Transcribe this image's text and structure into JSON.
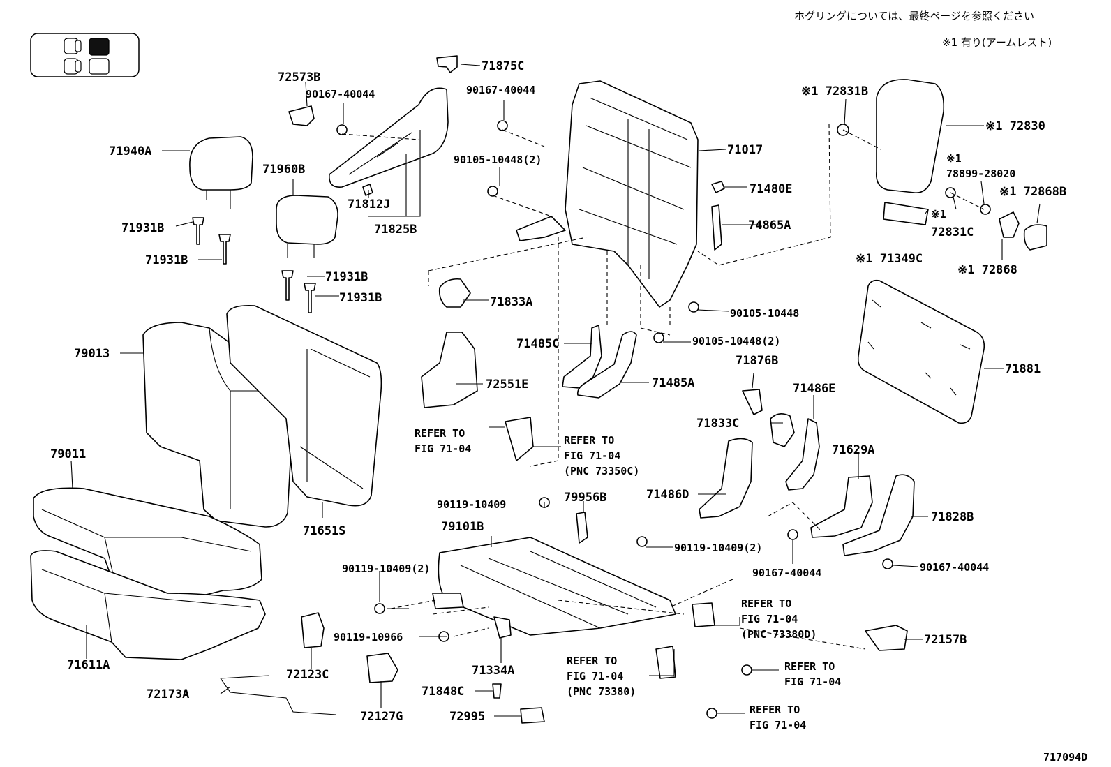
{
  "notes": {
    "hog_ring": "ホグリングについては、最終ページを参照ください",
    "armrest": "※1 有り(アームレスト)",
    "figure_id": "717094D"
  },
  "labels": {
    "p71875C": "71875C",
    "p72573B": "72573B",
    "p90167_a": "90167-40044",
    "p90167_b": "90167-40044",
    "p71940A": "71940A",
    "p71960B": "71960B",
    "p71812J": "71812J",
    "p71825B": "71825B",
    "p90105_a": "90105-10448(2)",
    "p71017": "71017",
    "p71480E": "71480E",
    "p74865A": "74865A",
    "p71931B_1": "71931B",
    "p71931B_2": "71931B",
    "p71931B_3": "71931B",
    "p71931B_4": "71931B",
    "p71833A": "71833A",
    "p90105_b": "90105-10448",
    "p90105_c": "90105-10448(2)",
    "p79013": "79013",
    "p71485C": "71485C",
    "p71485A": "71485A",
    "p72551E": "72551E",
    "p71876B": "71876B",
    "p71486E": "71486E",
    "p71833C": "71833C",
    "p71881": "71881",
    "p79011": "79011",
    "p71651S": "71651S",
    "p71629A": "71629A",
    "p71486D": "71486D",
    "p71828B": "71828B",
    "p90119_a": "90119-10409",
    "p79956B": "79956B",
    "p79101B": "79101B",
    "p90119_b": "90119-10409(2)",
    "p90119_c": "90119-10409(2)",
    "p90167_c": "90167-40044",
    "p90167_d": "90167-40044",
    "p90119_d": "90119-10966",
    "p71611A": "71611A",
    "p72123C": "72123C",
    "p71334A": "71334A",
    "p72157B": "72157B",
    "p72173A": "72173A",
    "p71848C": "71848C",
    "p72127G": "72127G",
    "p72995": "72995",
    "p72831B": "※1 72831B",
    "p72830": "※1 72830",
    "p78899_mark": "※1",
    "p78899": "78899-28020",
    "p72868B": "※1 72868B",
    "p72831C_mark": "※1",
    "p72831C": "72831C",
    "p71349C": "※1 71349C",
    "p72868": "※1 72868"
  },
  "refs": {
    "r1": [
      "REFER TO",
      "FIG 71-04"
    ],
    "r2": [
      "REFER TO",
      "FIG 71-04",
      "(PNC 73350C)"
    ],
    "r3": [
      "REFER TO",
      "FIG 71-04",
      "(PNC 73380D)"
    ],
    "r4": [
      "REFER TO",
      "FIG 71-04",
      "(PNC 73380)"
    ],
    "r5": [
      "REFER TO",
      "FIG 71-04"
    ],
    "r6": [
      "REFER TO",
      "FIG 71-04"
    ]
  }
}
